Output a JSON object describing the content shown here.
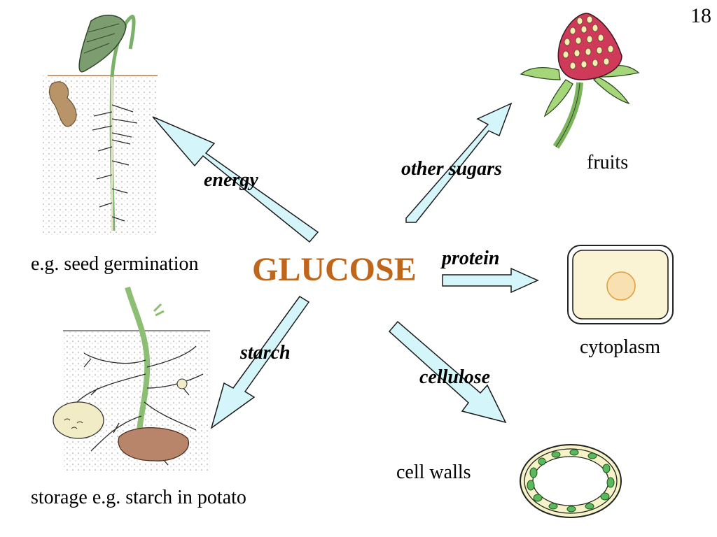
{
  "slide_number": "18",
  "center": {
    "text": "GLUCOSE",
    "color": "#c0661a"
  },
  "arrow_labels": {
    "energy": "energy",
    "other_sugars": "other sugars",
    "protein": "protein",
    "starch": "starch",
    "cellulose": "cellulose"
  },
  "captions": {
    "seed": "e.g. seed germination",
    "potato": "storage e.g. starch in potato",
    "fruits": "fruits",
    "cytoplasm": "cytoplasm",
    "cell_walls": "cell walls"
  },
  "colors": {
    "arrow_fill": "#d4f6fa",
    "arrow_stroke": "#1a1a1a"
  }
}
